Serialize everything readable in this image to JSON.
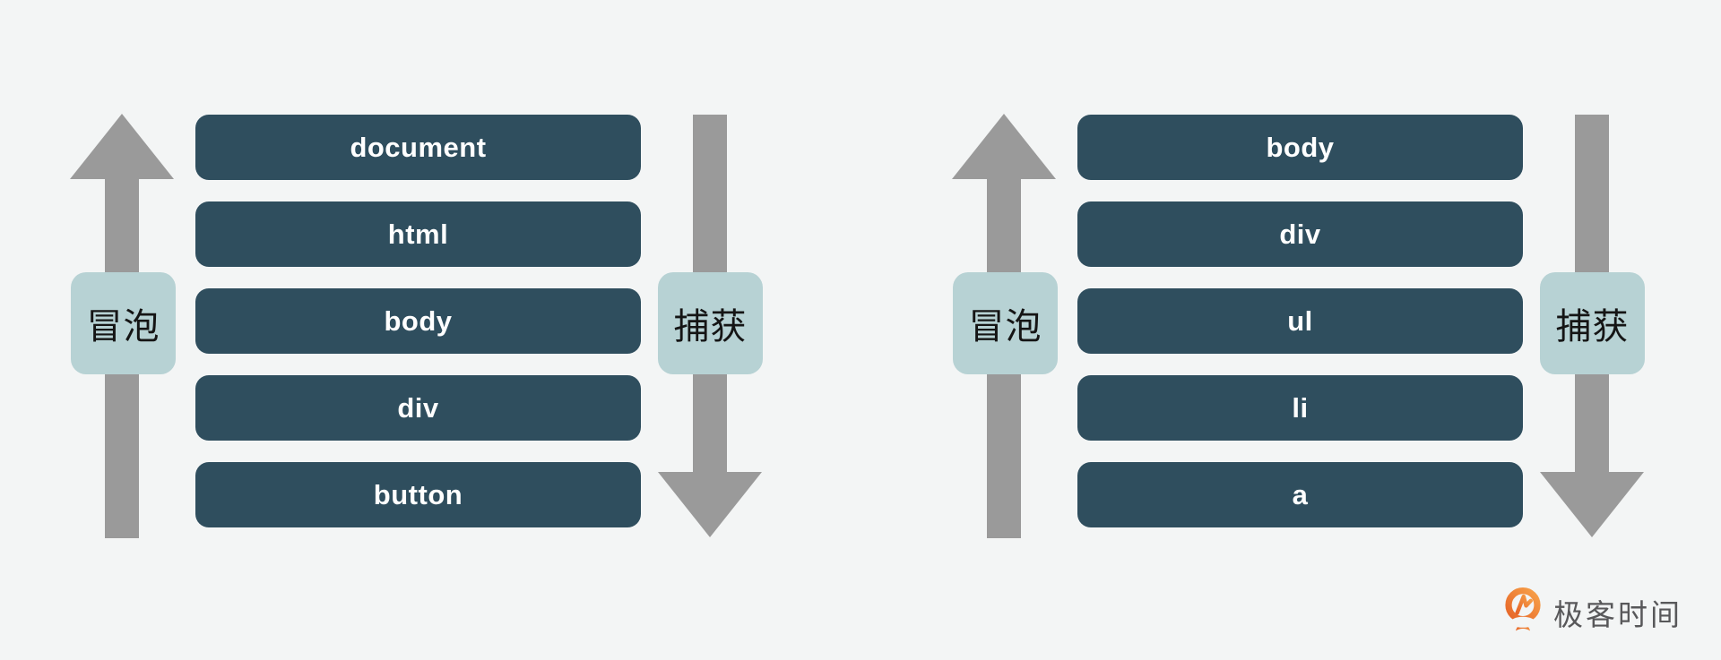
{
  "colors": {
    "background": "#f3f5f5",
    "node_box": "#2f4e5e",
    "node_text": "#ffffff",
    "phase_label_bg": "#b7d2d4",
    "phase_label_text": "#151515",
    "arrow": "#9a9a9a",
    "logo_orange_dark": "#e66427",
    "logo_orange_light": "#f7a149",
    "logo_text": "#58585a"
  },
  "diagrams": [
    {
      "bubble_label": "冒泡",
      "capture_label": "捕获",
      "nodes": [
        "document",
        "html",
        "body",
        "div",
        "button"
      ]
    },
    {
      "bubble_label": "冒泡",
      "capture_label": "捕获",
      "nodes": [
        "body",
        "div",
        "ul",
        "li",
        "a"
      ]
    }
  ],
  "logo": {
    "text": "极客时间"
  }
}
